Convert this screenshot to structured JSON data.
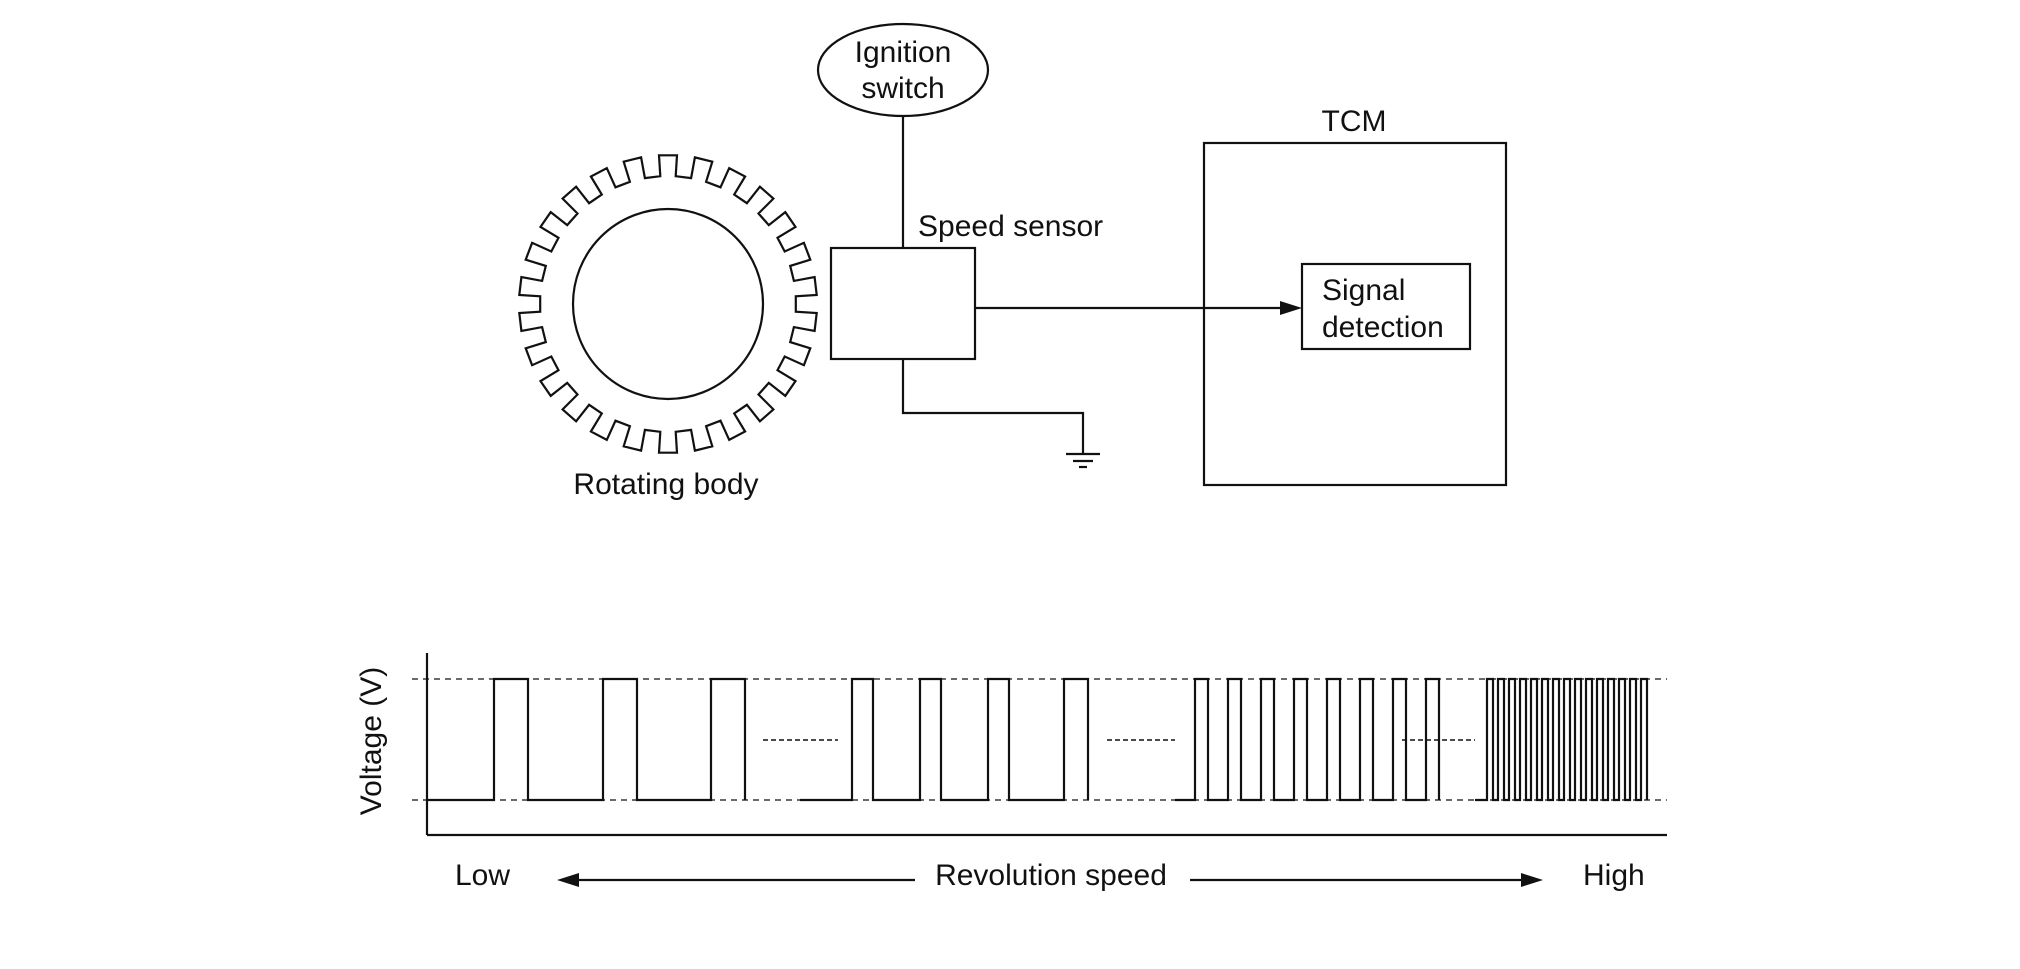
{
  "labels": {
    "ignition_switch_line1": "Ignition",
    "ignition_switch_line2": "switch",
    "tcm": "TCM",
    "speed_sensor": "Speed sensor",
    "signal_detection_line1": "Signal",
    "signal_detection_line2": "detection",
    "rotating_body": "Rotating body"
  },
  "waveform": {
    "y_axis_label": "Voltage (V)",
    "low_label": "Low",
    "high_label": "High",
    "speed_label": "Revolution speed"
  },
  "colors": {
    "ink": "#111111",
    "background": "#ffffff"
  }
}
